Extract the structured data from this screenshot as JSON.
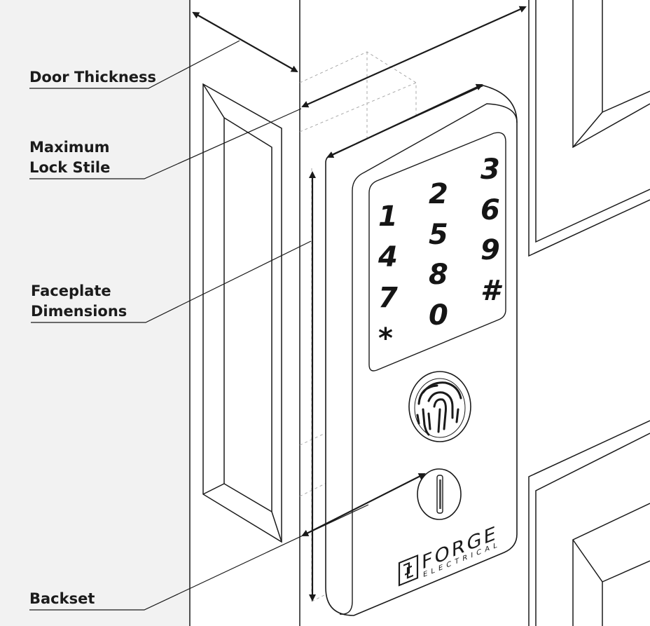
{
  "labels": {
    "door_thickness": "Door Thickness",
    "max_lock_stile_line1": "Maximum",
    "max_lock_stile_line2": "Lock Stile",
    "faceplate_line1": "Faceplate",
    "faceplate_line2": "Dimensions",
    "backset": "Backset"
  },
  "keypad": {
    "keys": [
      "1",
      "4",
      "7",
      "*",
      "2",
      "5",
      "8",
      "0",
      "3",
      "6",
      "9",
      "#"
    ]
  },
  "brand": {
    "name": "FORGE",
    "sub": "ELECTRICAL"
  },
  "colors": {
    "background_left": "#f2f2f2",
    "line": "#1a1a1a",
    "dashed": "#aaaaaa"
  },
  "icons": [
    "fingerprint-icon",
    "keyhole-icon",
    "forge-logo-icon"
  ]
}
